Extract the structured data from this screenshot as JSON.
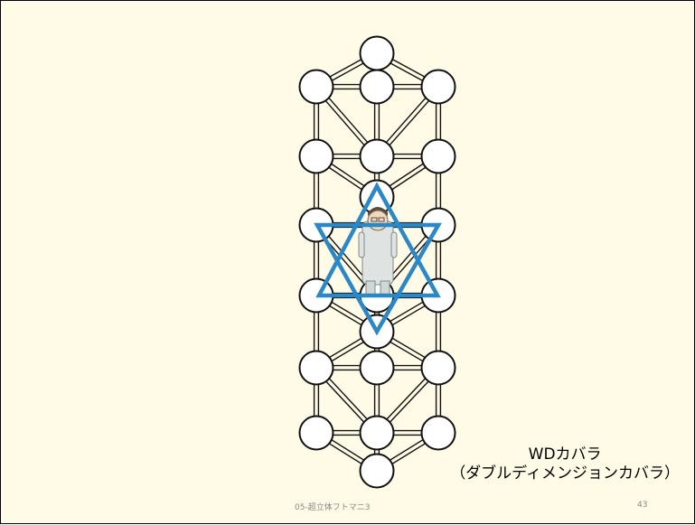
{
  "slide": {
    "caption_line1": "WDカバラ",
    "caption_line2": "（ダブルディメンジョンカバラ）",
    "footer_text": "05-超立体フトマニ3",
    "page_number": "43"
  },
  "diagram": {
    "node_count": 22,
    "accent_color": "#2a88c7",
    "figure": "person-standing-center"
  }
}
